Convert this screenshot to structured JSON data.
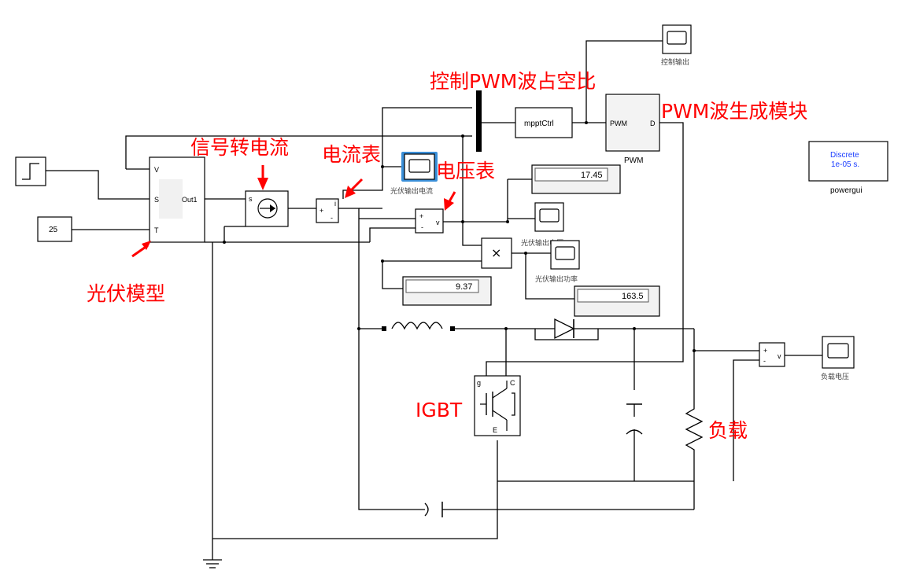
{
  "blocks": {
    "pv_port_v": "V",
    "pv_port_s": "S",
    "pv_port_t": "T",
    "pv_out": "Out1",
    "const_value": "25",
    "cs_port_s": "s",
    "mppt_name": "mpptCtrl",
    "pwm_port_in": "PWM",
    "pwm_port_out": "D",
    "pwm_name": "PWM",
    "powergui_line1": "Discrete",
    "powergui_line2": "1e-05 s.",
    "powergui_name": "powergui",
    "display1_value": "17.45",
    "display2_value": "9.37",
    "display3_value": "163.5",
    "scope_control": "控制输出",
    "scope_pv_current": "光伏输出电流",
    "scope_pv_voltage": "光伏输出电压",
    "scope_pv_power": "光伏输出功率",
    "scope_load_voltage": "负载电压",
    "vm_port_v": "v",
    "vm_port_plus": "+",
    "vm_port_minus": "-",
    "cm_port_plus": "+",
    "cm_port_i": "i",
    "cm_port_minus": "-",
    "product_symbol": "×",
    "igbt_port_g": "g",
    "igbt_port_c": "C",
    "igbt_port_e": "E"
  },
  "annotations": {
    "pv_model": "光伏模型",
    "signal_to_current": "信号转电流",
    "ammeter": "电流表",
    "voltmeter": "电压表",
    "pwm_duty": "控制PWM波占空比",
    "pwm_module": "PWM波生成模块",
    "igbt": "IGBT",
    "load": "负载"
  },
  "colors": {
    "annotation": "#ff0000",
    "powergui_text": "#1a3cff",
    "scope_highlight": "#3a8fd8"
  }
}
